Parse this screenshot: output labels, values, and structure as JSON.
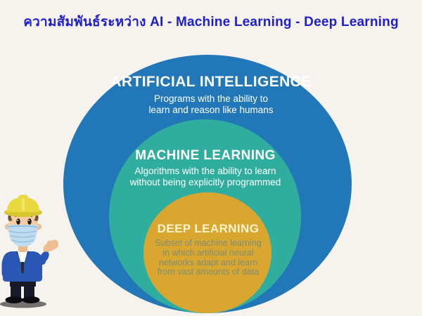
{
  "header": {
    "title": "ความสัมพันธ์ระหว่าง AI - Machine Learning - Deep Learning",
    "title_color": "#1e1ecd"
  },
  "page": {
    "background": "#f6f3ee"
  },
  "diagram": {
    "type": "nested_circles_venn",
    "rings": [
      {
        "name": "Artificial Intelligence",
        "label": "ARTIFICIAL INTELLIGENCE",
        "desc_line1": "Programs with the ability to",
        "desc_line2": "learn and reason like humans",
        "fill": "#2177b7",
        "label_color": "#ffffff",
        "desc_color": "#ffffff"
      },
      {
        "name": "Machine Learning",
        "label": "MACHINE LEARNING",
        "desc_line1": "Algorithms with the ability to learn",
        "desc_line2": "without being explicitly programmed",
        "fill": "#2fae9f",
        "label_color": "#ffffff",
        "desc_color": "#ffffff"
      },
      {
        "name": "Deep Learning",
        "label": "DEEP LEARNING",
        "desc_line1": "Subset of machine learning",
        "desc_line2": "in which artificial neural",
        "desc_line3": "networks adapt and learn",
        "desc_line4": "from vast amounts of data",
        "fill": "#d9a72f",
        "label_color": "#fdf3cd",
        "desc_color": "#7e8d74"
      }
    ]
  },
  "mascot": {
    "kind": "cartoon-construction-worker",
    "hat_color": "#e9d83e",
    "mask_color": "#c0dcf1",
    "jacket_color": "#2a57b5",
    "skin_color": "#f8caa1"
  }
}
